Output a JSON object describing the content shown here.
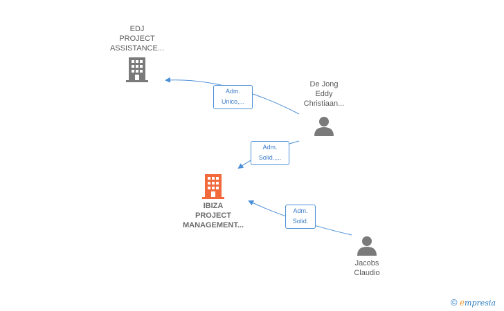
{
  "nodes": {
    "edj": {
      "lines": [
        "EDJ",
        "PROJECT",
        "ASSISTANCE..."
      ],
      "type": "company"
    },
    "dejong": {
      "lines": [
        "De Jong",
        "Eddy",
        "Christiaan..."
      ],
      "type": "person"
    },
    "ibiza": {
      "lines": [
        "IBIZA",
        "PROJECT",
        "MANAGEMENT..."
      ],
      "type": "company-main"
    },
    "jacobs": {
      "lines": [
        "Jacobs",
        "Claudio"
      ],
      "type": "person"
    }
  },
  "edges": {
    "dejong_edj": {
      "lines": [
        "Adm.",
        "Unico,..."
      ]
    },
    "dejong_ibiza": {
      "lines": [
        "Adm.",
        "Solid.,..."
      ]
    },
    "jacobs_ibiza": {
      "lines": [
        "Adm.",
        "Solid."
      ]
    }
  },
  "colors": {
    "company": "#7a7a7a",
    "company_main": "#f26a3c",
    "person": "#7a7a7a",
    "edge": "#4a8fd6"
  },
  "brand": {
    "symbol": "©",
    "first_letter": "e",
    "rest": "mpresia"
  }
}
